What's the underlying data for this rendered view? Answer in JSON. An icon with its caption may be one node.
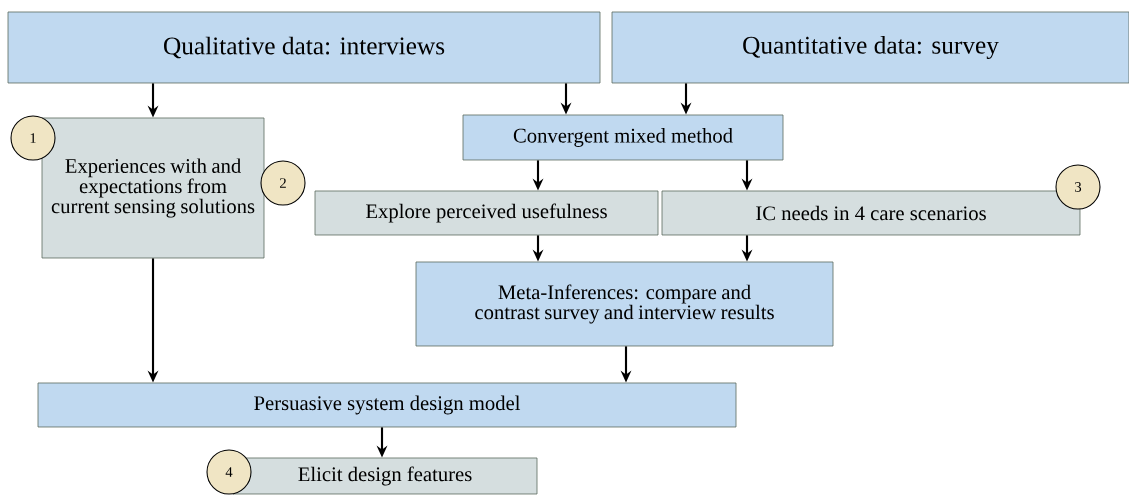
{
  "diagram": {
    "nodes": [
      {
        "text": [
          "Qualitative data: interviews"
        ]
      },
      {
        "text": [
          "Quantitative data: survey"
        ]
      },
      {
        "text": [
          "Experiences with and expectations from current sensing solutions"
        ]
      },
      {
        "text": [
          "Convergent mixed method"
        ]
      },
      {
        "text": [
          "Explore perceived usefulness"
        ]
      },
      {
        "text": [
          "IC needs in 4 care scenarios"
        ]
      },
      {
        "text": [
          "Meta-Inferences: compare and contrast survey and interview results"
        ]
      },
      {
        "text": [
          "Persuasive system design model"
        ]
      },
      {
        "text": [
          "Elicit design features"
        ]
      },
      {
        "text": [
          "1"
        ]
      },
      {
        "text": [
          "2"
        ]
      },
      {
        "text": [
          "3"
        ]
      },
      {
        "text": [
          "4"
        ]
      }
    ],
    "edges": [
      {
        "from": 0,
        "to": 2,
        "arrow": "to"
      },
      {
        "from": 0,
        "to": 3,
        "arrow": "to"
      },
      {
        "from": 1,
        "to": 3,
        "arrow": "to"
      },
      {
        "from": 3,
        "to": 4,
        "arrow": "to"
      },
      {
        "from": 3,
        "to": 5,
        "arrow": "to"
      },
      {
        "from": 4,
        "to": 6,
        "arrow": "to"
      },
      {
        "from": 5,
        "to": 6,
        "arrow": "to"
      },
      {
        "from": 2,
        "to": 7,
        "arrow": "to"
      },
      {
        "from": 6,
        "to": 7,
        "arrow": "to"
      },
      {
        "from": 7,
        "to": 8,
        "arrow": "to"
      }
    ]
  }
}
